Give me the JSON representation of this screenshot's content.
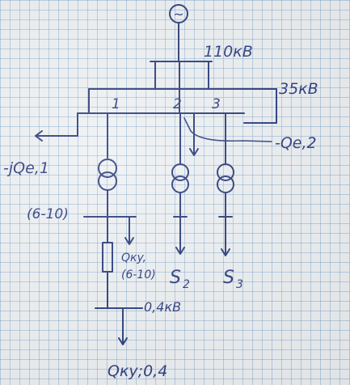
{
  "source_symbol": "~",
  "labels": {
    "bus_110": "110кВ",
    "bus_35": "35кВ",
    "section_1": "1",
    "section_2": "2",
    "section_3": "3",
    "load_qe2": "-Qe,2",
    "load_qe1": "-jQe,1",
    "bus_6_10": "(6-10)",
    "q_ky_6_10_a": "Qкy,",
    "q_ky_6_10_b": "(6-10)",
    "s2_letter": "S",
    "s2_index": "2",
    "s3_letter": "S",
    "s3_index": "3",
    "bus_04": "0,4кВ",
    "q_ky_04": "Qкy;0,4"
  }
}
